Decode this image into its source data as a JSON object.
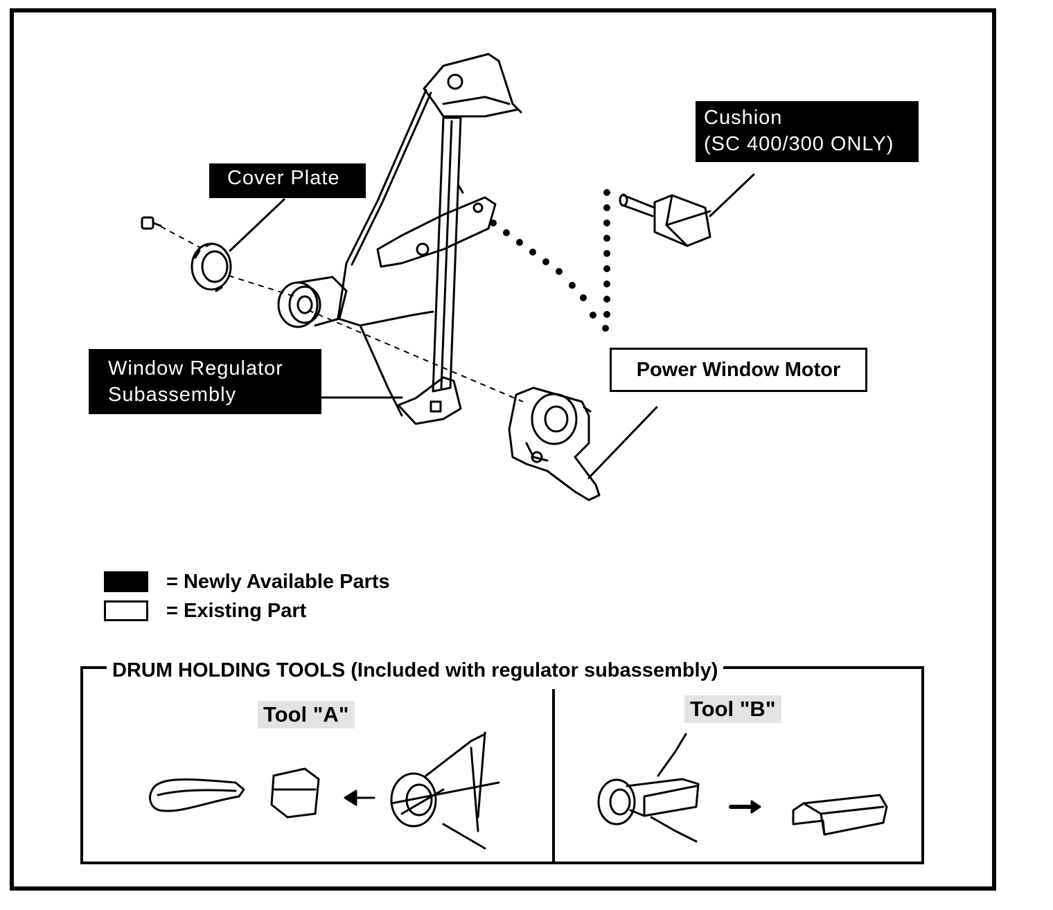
{
  "labels": {
    "cover_plate": "Cover Plate",
    "cushion_line1": "Cushion",
    "cushion_line2": "(SC 400/300 ONLY)",
    "regulator_line1": "Window Regulator",
    "regulator_line2": "Subassembly",
    "power_window_motor": "Power Window Motor"
  },
  "legend": {
    "new_parts": "= Newly Available Parts",
    "existing_part": "= Existing Part"
  },
  "tools": {
    "title": "DRUM HOLDING TOOLS (Included with regulator subassembly)",
    "tool_a": "Tool \"A\"",
    "tool_b": "Tool \"B\""
  },
  "colors": {
    "ink": "#000000",
    "paper": "#ffffff",
    "tool_label_bg": "#e3e3e3"
  }
}
